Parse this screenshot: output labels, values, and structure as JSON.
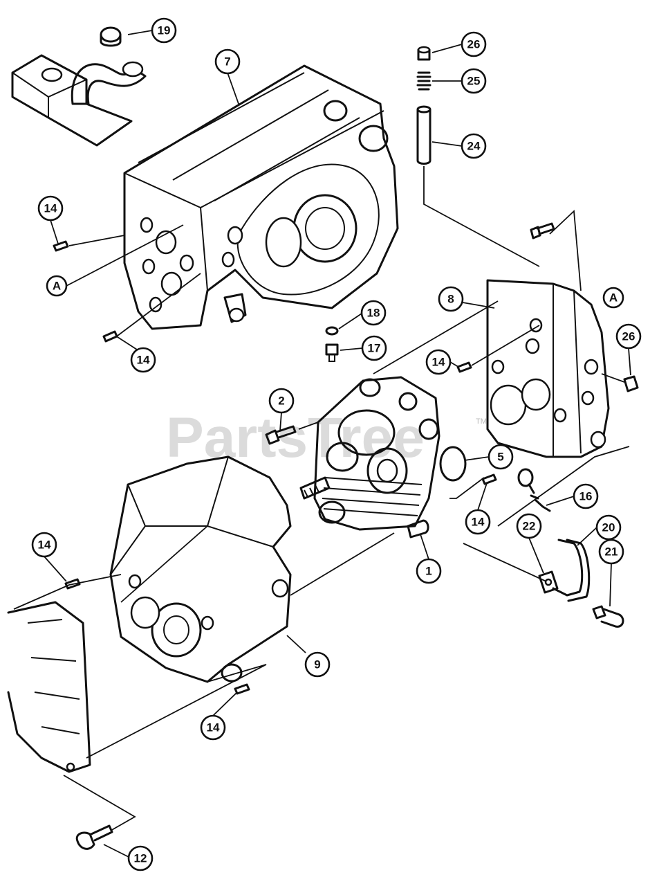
{
  "watermark": {
    "text": "PartsTree",
    "trademark": "TM"
  },
  "reference_marker": {
    "label": "A"
  },
  "callouts": [
    {
      "id": "c-19",
      "number": "19"
    },
    {
      "id": "c-7",
      "number": "7"
    },
    {
      "id": "c-26a",
      "number": "26"
    },
    {
      "id": "c-25",
      "number": "25"
    },
    {
      "id": "c-24",
      "number": "24"
    },
    {
      "id": "c-14a",
      "number": "14"
    },
    {
      "id": "c-14b",
      "number": "14"
    },
    {
      "id": "c-8",
      "number": "8"
    },
    {
      "id": "c-18",
      "number": "18"
    },
    {
      "id": "c-17",
      "number": "17"
    },
    {
      "id": "c-26b",
      "number": "26"
    },
    {
      "id": "c-14c",
      "number": "14"
    },
    {
      "id": "c-2",
      "number": "2"
    },
    {
      "id": "c-5",
      "number": "5"
    },
    {
      "id": "c-14d",
      "number": "14"
    },
    {
      "id": "c-16",
      "number": "16"
    },
    {
      "id": "c-1",
      "number": "1"
    },
    {
      "id": "c-14e",
      "number": "14"
    },
    {
      "id": "c-20",
      "number": "20"
    },
    {
      "id": "c-22",
      "number": "22"
    },
    {
      "id": "c-21",
      "number": "21"
    },
    {
      "id": "c-9",
      "number": "9"
    },
    {
      "id": "c-14f",
      "number": "14"
    },
    {
      "id": "c-12",
      "number": "12"
    }
  ]
}
